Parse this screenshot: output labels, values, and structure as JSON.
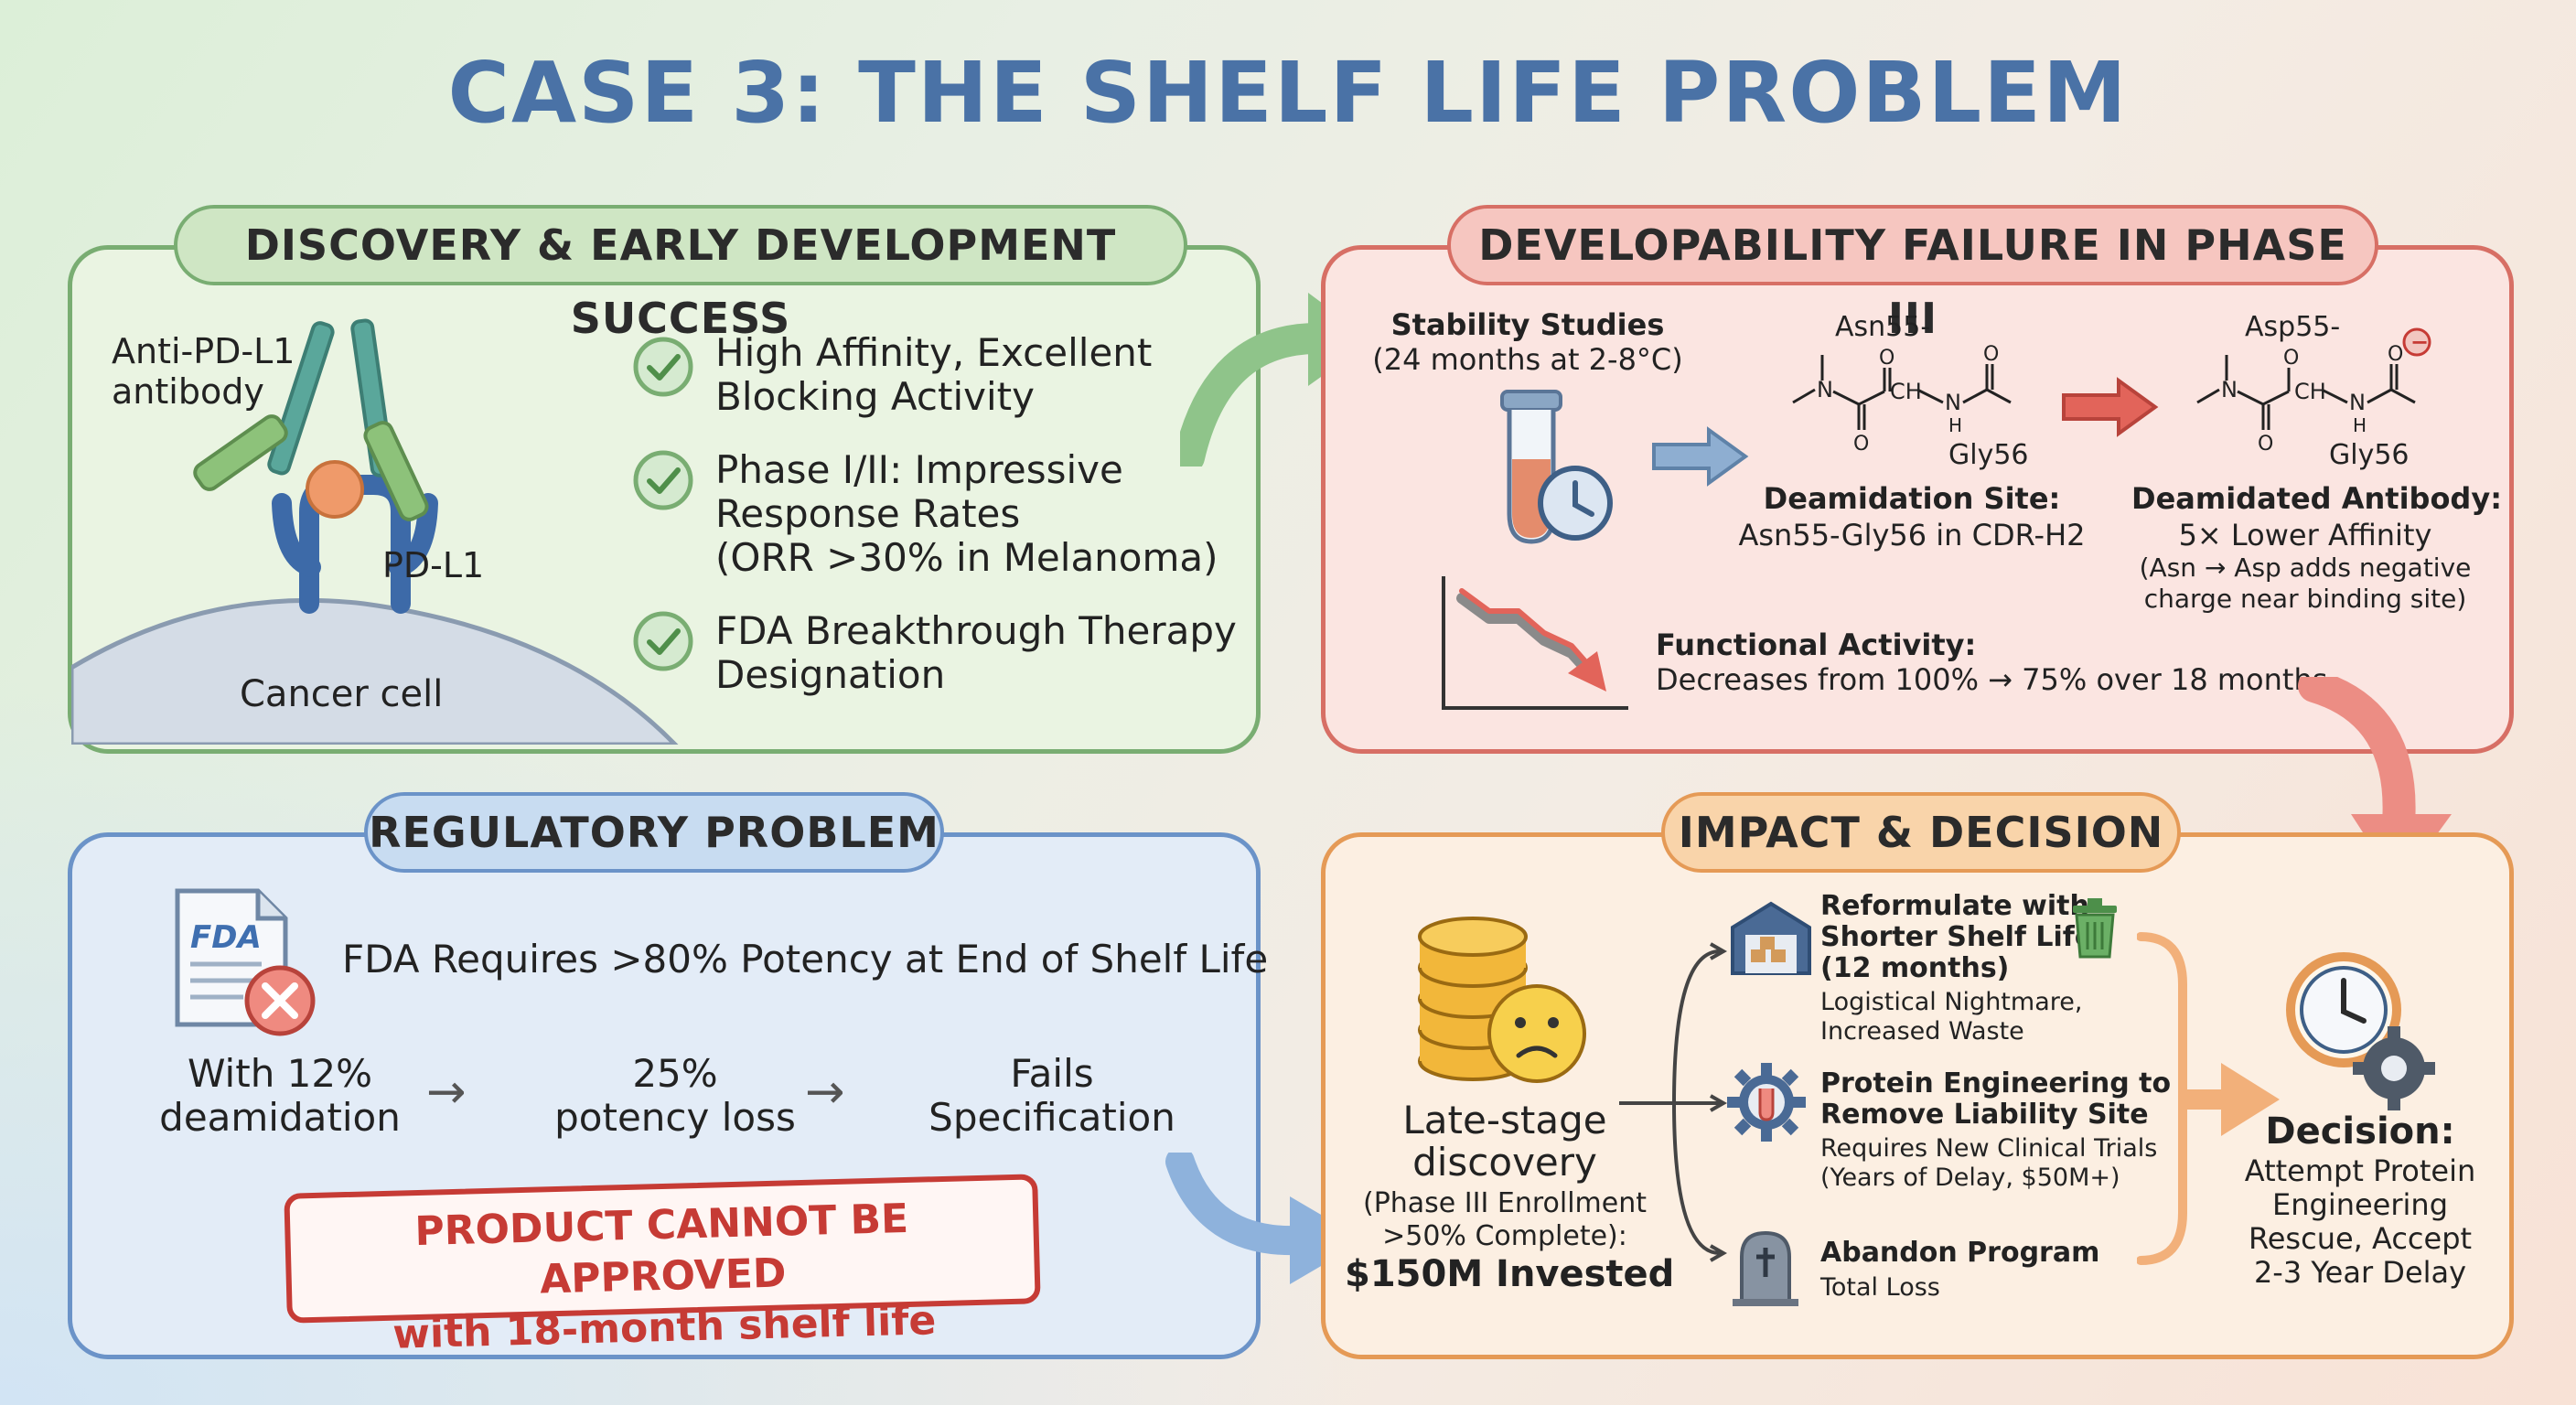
{
  "title": "CASE 3: THE SHELF LIFE PROBLEM",
  "discovery": {
    "header": "DISCOVERY & EARLY DEVELOPMENT SUCCESS",
    "antibody_label_1": "Anti-PD-L1",
    "antibody_label_2": "antibody",
    "pdl1_label": "PD-L1",
    "cell_label": "Cancer cell",
    "checks": [
      {
        "line1": "High Affinity, Excellent",
        "line2": "Blocking Activity",
        "line3": ""
      },
      {
        "line1": "Phase I/II: Impressive",
        "line2": "Response Rates",
        "line3": "(ORR >30% in Melanoma)"
      },
      {
        "line1": "FDA Breakthrough Therapy",
        "line2": "Designation",
        "line3": ""
      }
    ]
  },
  "failure": {
    "header": "DEVELOPABILITY FAILURE IN PHASE III",
    "stability_title": "Stability Studies",
    "stability_sub": "(24 months at 2-8°C)",
    "asn_label": "Asn55-",
    "gly_label_1": "Gly56",
    "asp_label": "Asp55-",
    "gly_label_2": "Gly56",
    "site_title": "Deamidation Site:",
    "site_sub": "Asn55-Gly56 in CDR-H2",
    "deamidated_title": "Deamidated Antibody:",
    "deamidated_sub": "5× Lower Affinity",
    "deamidated_note_1": "(Asn → Asp adds negative",
    "deamidated_note_2": "charge near binding site)",
    "activity_title": "Functional Activity:",
    "activity_sub": "Decreases from 100% → 75% over 18 months",
    "chem_atoms": {
      "n": "N",
      "ch": "CH",
      "o": "O",
      "h": "H",
      "minus": "−"
    }
  },
  "regulatory": {
    "header": "REGULATORY PROBLEM",
    "fda_icon_text": "FDA",
    "requirement": "FDA Requires >80% Potency at End of Shelf Life",
    "flow": [
      {
        "line1": "With 12%",
        "line2": "deamidation"
      },
      {
        "line1": "25%",
        "line2": "potency loss"
      },
      {
        "line1": "Fails",
        "line2": "Specification"
      }
    ],
    "arrow_glyph": "→",
    "stamp_line1": "PRODUCT CANNOT BE APPROVED",
    "stamp_line2": "with 18-month shelf life"
  },
  "impact": {
    "header": "IMPACT & DECISION",
    "late_1": "Late-stage",
    "late_2": "discovery",
    "late_3": "(Phase III Enrollment",
    "late_4": ">50% Complete):",
    "late_5": "$150M Invested",
    "options": [
      {
        "title1": "Reformulate with",
        "title2": "Shorter Shelf Life",
        "title3": "(12 months)",
        "sub1": "Logistical Nightmare,",
        "sub2": "Increased Waste"
      },
      {
        "title1": "Protein Engineering to",
        "title2": "Remove Liability Site",
        "title3": "",
        "sub1": "Requires New Clinical Trials",
        "sub2": "(Years of Delay, $50M+)"
      },
      {
        "title1": "Abandon Program",
        "title2": "",
        "title3": "",
        "sub1": "Total Loss",
        "sub2": ""
      }
    ],
    "decision_title": "Decision:",
    "decision_1": "Attempt Protein",
    "decision_2": "Engineering",
    "decision_3": "Rescue, Accept",
    "decision_4": "2-3 Year Delay"
  },
  "colors": {
    "title": "#4a72a6",
    "green": "#79ad72",
    "red": "#d76f65",
    "blue": "#6b93c8",
    "orange": "#e59a56",
    "stamp": "#c63b35"
  }
}
